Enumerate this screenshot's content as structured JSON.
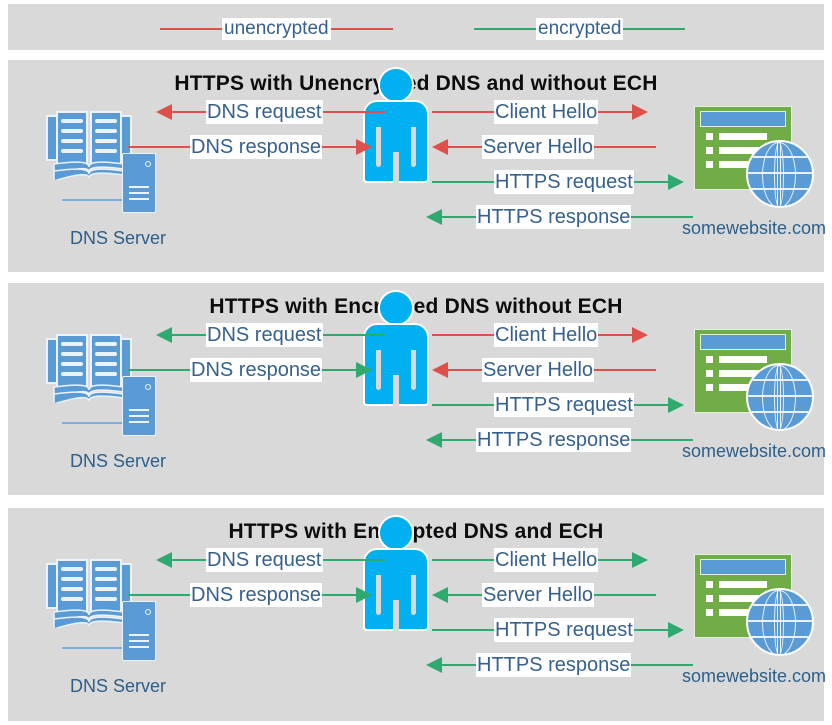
{
  "colors": {
    "unencrypted": "#e0504a",
    "encrypted": "#2eaa6e",
    "panel_bg": "#d9d9d9",
    "label_text": "#36618e",
    "title_text": "#0d0d0d",
    "person": "#00b0f0",
    "server_blue": "#5b9bd5",
    "browser_green": "#70ad47"
  },
  "legend": {
    "items": [
      {
        "label": "unencrypted",
        "color_key": "unencrypted"
      },
      {
        "label": "encrypted",
        "color_key": "encrypted"
      }
    ]
  },
  "panels": [
    {
      "title": "HTTPS with Unencrypted DNS and without ECH",
      "dns_label": "DNS Server",
      "website_label": "somewebsite.com",
      "flows": [
        {
          "label": "DNS request",
          "direction": "left",
          "color_key": "unencrypted",
          "side": "dns"
        },
        {
          "label": "DNS response",
          "direction": "right",
          "color_key": "unencrypted",
          "side": "dns"
        },
        {
          "label": "Client Hello",
          "direction": "right",
          "color_key": "unencrypted",
          "side": "web"
        },
        {
          "label": "Server Hello",
          "direction": "left",
          "color_key": "unencrypted",
          "side": "web"
        },
        {
          "label": "HTTPS request",
          "direction": "right",
          "color_key": "encrypted",
          "side": "web"
        },
        {
          "label": "HTTPS response",
          "direction": "left",
          "color_key": "encrypted",
          "side": "web"
        }
      ]
    },
    {
      "title": "HTTPS with Encrypted DNS without ECH",
      "dns_label": "DNS Server",
      "website_label": "somewebsite.com",
      "flows": [
        {
          "label": "DNS request",
          "direction": "left",
          "color_key": "encrypted",
          "side": "dns"
        },
        {
          "label": "DNS response",
          "direction": "right",
          "color_key": "encrypted",
          "side": "dns"
        },
        {
          "label": "Client Hello",
          "direction": "right",
          "color_key": "unencrypted",
          "side": "web"
        },
        {
          "label": "Server Hello",
          "direction": "left",
          "color_key": "unencrypted",
          "side": "web"
        },
        {
          "label": "HTTPS request",
          "direction": "right",
          "color_key": "encrypted",
          "side": "web"
        },
        {
          "label": "HTTPS response",
          "direction": "left",
          "color_key": "encrypted",
          "side": "web"
        }
      ]
    },
    {
      "title": "HTTPS with Encrypted DNS and ECH",
      "dns_label": "DNS Server",
      "website_label": "somewebsite.com",
      "flows": [
        {
          "label": "DNS request",
          "direction": "left",
          "color_key": "encrypted",
          "side": "dns"
        },
        {
          "label": "DNS response",
          "direction": "right",
          "color_key": "encrypted",
          "side": "dns"
        },
        {
          "label": "Client Hello",
          "direction": "right",
          "color_key": "encrypted",
          "side": "web"
        },
        {
          "label": "Server Hello",
          "direction": "left",
          "color_key": "encrypted",
          "side": "web"
        },
        {
          "label": "HTTPS request",
          "direction": "right",
          "color_key": "encrypted",
          "side": "web"
        },
        {
          "label": "HTTPS response",
          "direction": "left",
          "color_key": "encrypted",
          "side": "web"
        }
      ]
    }
  ],
  "icons": {
    "dns_server": "book-server-icon",
    "client": "person-icon",
    "website": "browser-globe-icon"
  }
}
